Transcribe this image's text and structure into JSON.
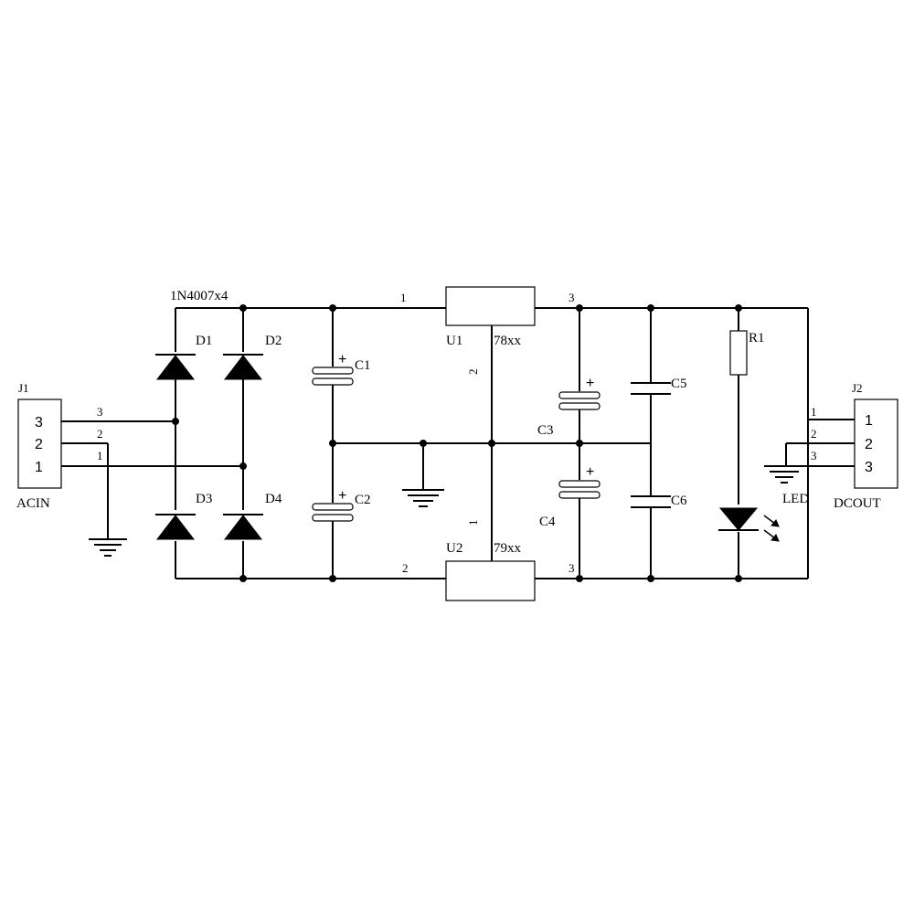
{
  "diagram": {
    "connectors": {
      "j1": {
        "ref": "J1",
        "name": "ACIN",
        "pins": [
          "3",
          "2",
          "1"
        ]
      },
      "j2": {
        "ref": "J2",
        "name": "DCOUT",
        "pins": [
          "1",
          "2",
          "3"
        ]
      }
    },
    "j1_wire_labels": [
      "3",
      "2",
      "1"
    ],
    "j2_wire_labels": [
      "1",
      "2",
      "3"
    ],
    "bridge": {
      "part": "1N4007x4",
      "diodes": [
        "D1",
        "D2",
        "D3",
        "D4"
      ]
    },
    "capacitors": {
      "c1": "C1",
      "c2": "C2",
      "c3": "C3",
      "c4": "C4",
      "c5": "C5",
      "c6": "C6"
    },
    "regulators": {
      "u1": {
        "ref": "U1",
        "part": "78xx",
        "pin_in": "1",
        "pin_gnd": "2",
        "pin_out": "3"
      },
      "u2": {
        "ref": "U2",
        "part": "79xx",
        "pin_in": "2",
        "pin_gnd": "1",
        "pin_out": "3"
      }
    },
    "resistor": "R1",
    "led": "LED",
    "polarity_mark": "+"
  }
}
